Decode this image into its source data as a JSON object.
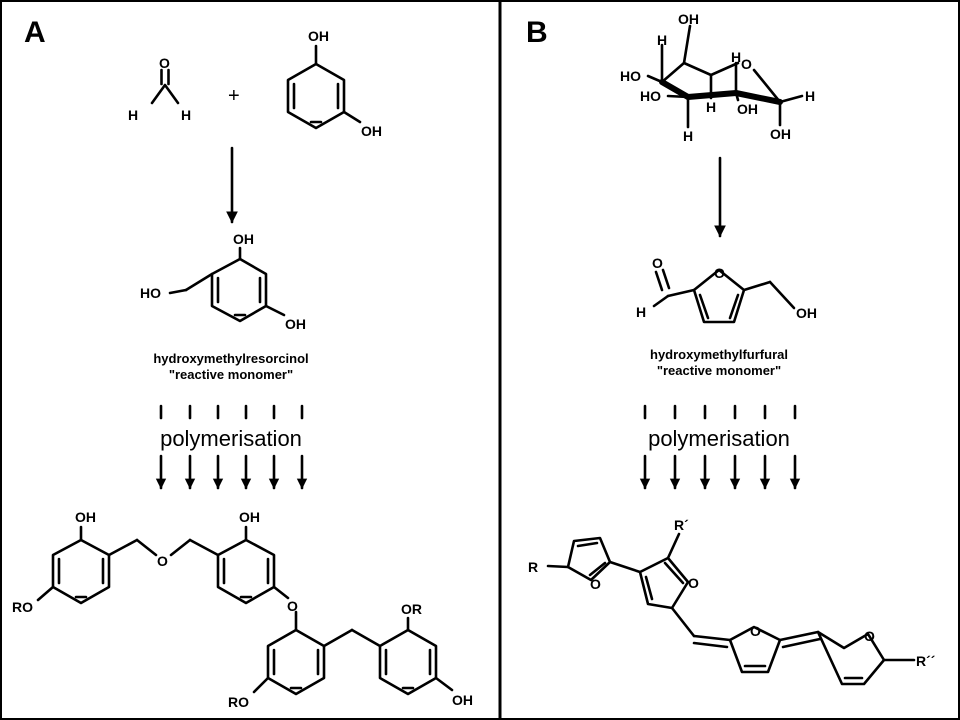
{
  "panels": {
    "a": {
      "letter": "A",
      "plus": "+",
      "caption_line1": "hydroxymethylresorcinol",
      "caption_line2": "\"reactive monomer\"",
      "process": "polymerisation"
    },
    "b": {
      "letter": "B",
      "caption_line1": "hydroxymethylfurfural",
      "caption_line2": "\"reactive monomer\"",
      "process": "polymerisation"
    }
  },
  "atoms": {
    "O": "O",
    "H": "H",
    "OH": "OH",
    "HO": "HO",
    "RO": "RO",
    "OR": "OR",
    "R": "R",
    "R1": "R´",
    "R2": "R´´"
  }
}
